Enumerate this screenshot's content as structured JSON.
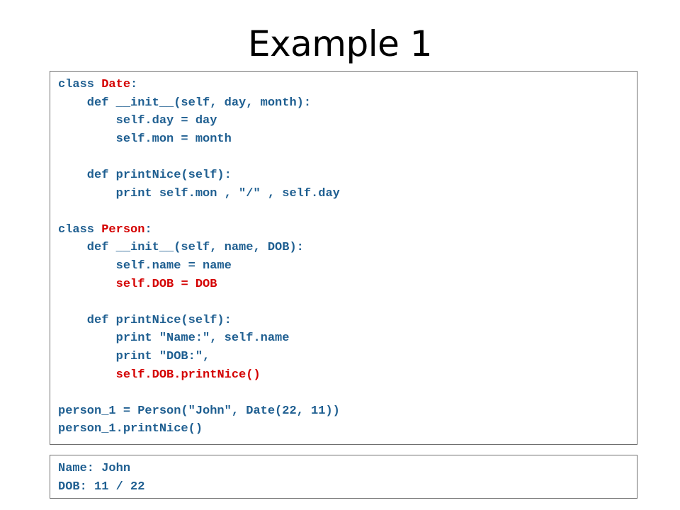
{
  "slide": {
    "title": "Example 1"
  },
  "colors": {
    "code_text": "#1f5f91",
    "highlight": "#d40000",
    "box_border": "#6f6f6f"
  },
  "code": [
    [
      {
        "t": "class ",
        "hl": false
      },
      {
        "t": "Date",
        "hl": true
      },
      {
        "t": ":",
        "hl": false
      }
    ],
    [
      {
        "t": "    def __init__(self, day, month):",
        "hl": false
      }
    ],
    [
      {
        "t": "        self.day = day",
        "hl": false
      }
    ],
    [
      {
        "t": "        self.mon = month",
        "hl": false
      }
    ],
    [],
    [
      {
        "t": "    def printNice(self):",
        "hl": false
      }
    ],
    [
      {
        "t": "        print self.mon , \"/\" , self.day",
        "hl": false
      }
    ],
    [],
    [
      {
        "t": "class ",
        "hl": false
      },
      {
        "t": "Person",
        "hl": true
      },
      {
        "t": ":",
        "hl": false
      }
    ],
    [
      {
        "t": "    def __init__(self, name, DOB):",
        "hl": false
      }
    ],
    [
      {
        "t": "        self.name = name",
        "hl": false
      }
    ],
    [
      {
        "t": "        ",
        "hl": false
      },
      {
        "t": "self.DOB = DOB",
        "hl": true
      }
    ],
    [],
    [
      {
        "t": "    def printNice(self):",
        "hl": false
      }
    ],
    [
      {
        "t": "        print \"Name:\", self.name",
        "hl": false
      }
    ],
    [
      {
        "t": "        print \"DOB:\",",
        "hl": false
      }
    ],
    [
      {
        "t": "        ",
        "hl": false
      },
      {
        "t": "self.DOB.printNice()",
        "hl": true
      }
    ],
    [],
    [
      {
        "t": "person_1 = Person(\"John\", Date(22, 11))",
        "hl": false
      }
    ],
    [
      {
        "t": "person_1.printNice()",
        "hl": false
      }
    ]
  ],
  "output": [
    "Name: John",
    "DOB: 11 / 22"
  ]
}
